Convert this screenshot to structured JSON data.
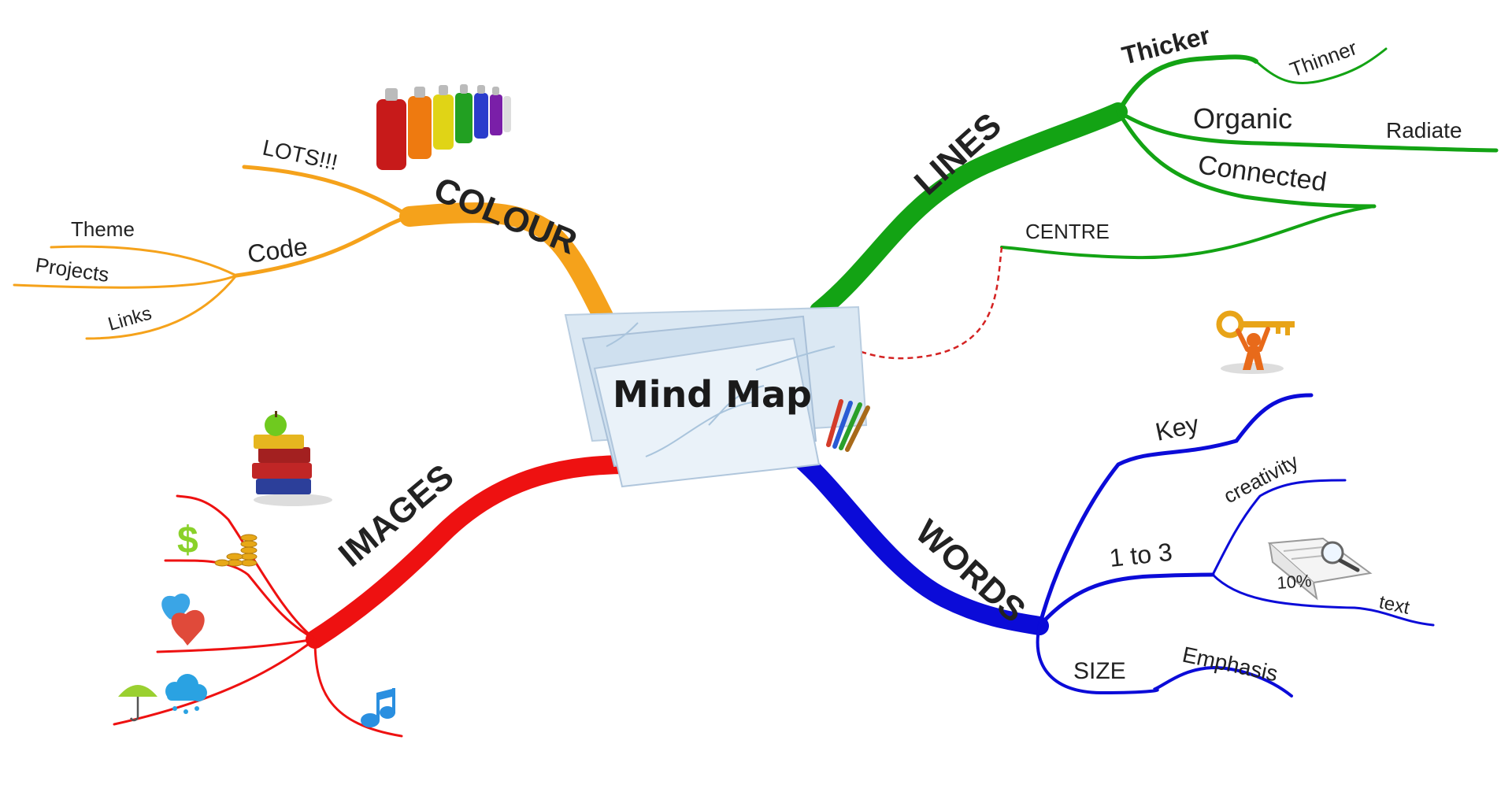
{
  "center": {
    "title": "Mind Map"
  },
  "colors": {
    "colour": "#f5a21b",
    "lines": "#13a314",
    "images": "#ee1111",
    "words": "#0b0bd8",
    "dashed": "#d42222"
  },
  "branches": {
    "colour": {
      "label": "COLOUR",
      "lots": "LOTS!!!",
      "code": "Code",
      "theme": "Theme",
      "projects": "Projects",
      "links": "Links",
      "icon": "spray-cans-icon"
    },
    "lines": {
      "label": "LINES",
      "thicker": "Thicker",
      "thinner": "Thinner",
      "organic": "Organic",
      "radiate": "Radiate",
      "connected": "Connected",
      "centre": "CENTRE"
    },
    "images": {
      "label": "IMAGES",
      "icons": [
        "books-apple-icon",
        "dollar-coins-icon",
        "hearts-icon",
        "umbrella-rain-icon",
        "music-note-icon"
      ]
    },
    "words": {
      "label": "WORDS",
      "key": "Key",
      "creativity": "creativity",
      "one_to_three": "1 to 3",
      "ten_percent": "10%",
      "text": "text",
      "size": "SIZE",
      "emphasis": "Emphasis",
      "icons": [
        "key-figure-icon",
        "magnifier-book-icon"
      ]
    }
  }
}
